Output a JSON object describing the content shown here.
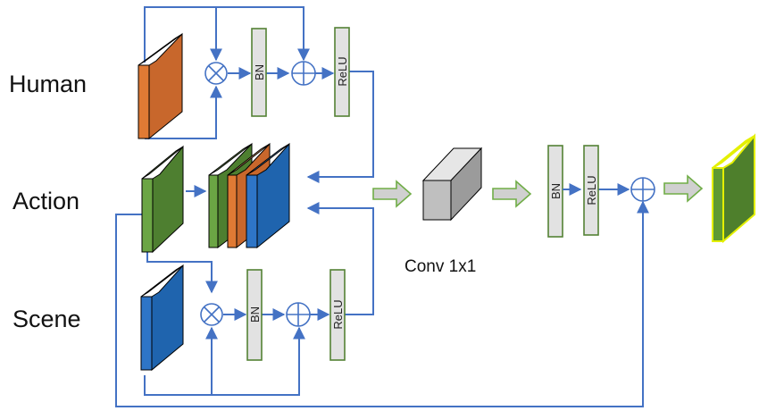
{
  "rows": {
    "human": "Human",
    "action": "Action",
    "scene": "Scene"
  },
  "layers": {
    "bn": "BN",
    "relu": "ReLU"
  },
  "conv": {
    "caption": "Conv 1x1"
  },
  "colors": {
    "human_block": "#C8672C",
    "action_block": "#5F973A",
    "scene_block": "#1F64AE",
    "output_block": "#5E9A33",
    "output_border": "#E4F000",
    "conv_block": "#BFBFBF",
    "wire": "#4472C4",
    "layer_border": "#548235"
  },
  "icons": {
    "multiply": "circled-times-icon",
    "add": "circled-plus-icon"
  }
}
